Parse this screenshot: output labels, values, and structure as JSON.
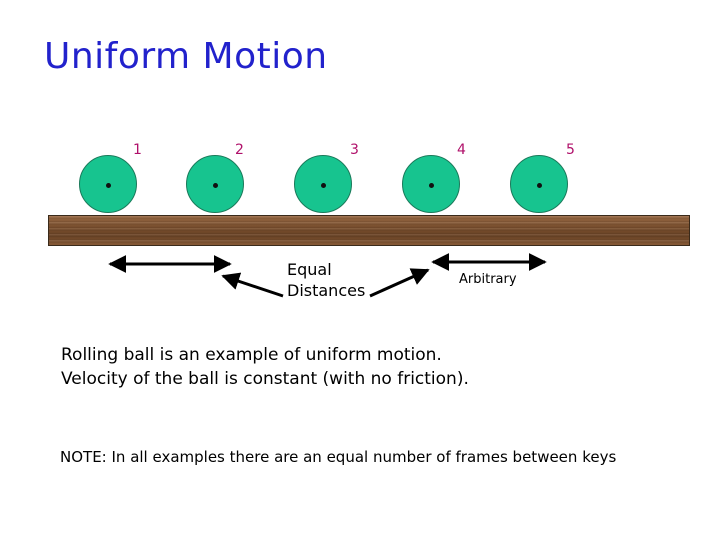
{
  "title": "Uniform Motion",
  "frames": [
    {
      "number": "1"
    },
    {
      "number": "2"
    },
    {
      "number": "3"
    },
    {
      "number": "4"
    },
    {
      "number": "5"
    }
  ],
  "labels": {
    "equal_line1": "Equal",
    "equal_line2": "Distances",
    "arbitrary": "Arbitrary"
  },
  "body": {
    "line1": "Rolling ball is an example of uniform motion.",
    "line2": "Velocity of the ball is constant (with no friction)."
  },
  "note": "NOTE: In all examples there are an equal number of frames between keys",
  "colors": {
    "title": "#2222cc",
    "frame_number": "#b0106a",
    "ball": "#17c48f",
    "floor": "#7a4f2e"
  }
}
